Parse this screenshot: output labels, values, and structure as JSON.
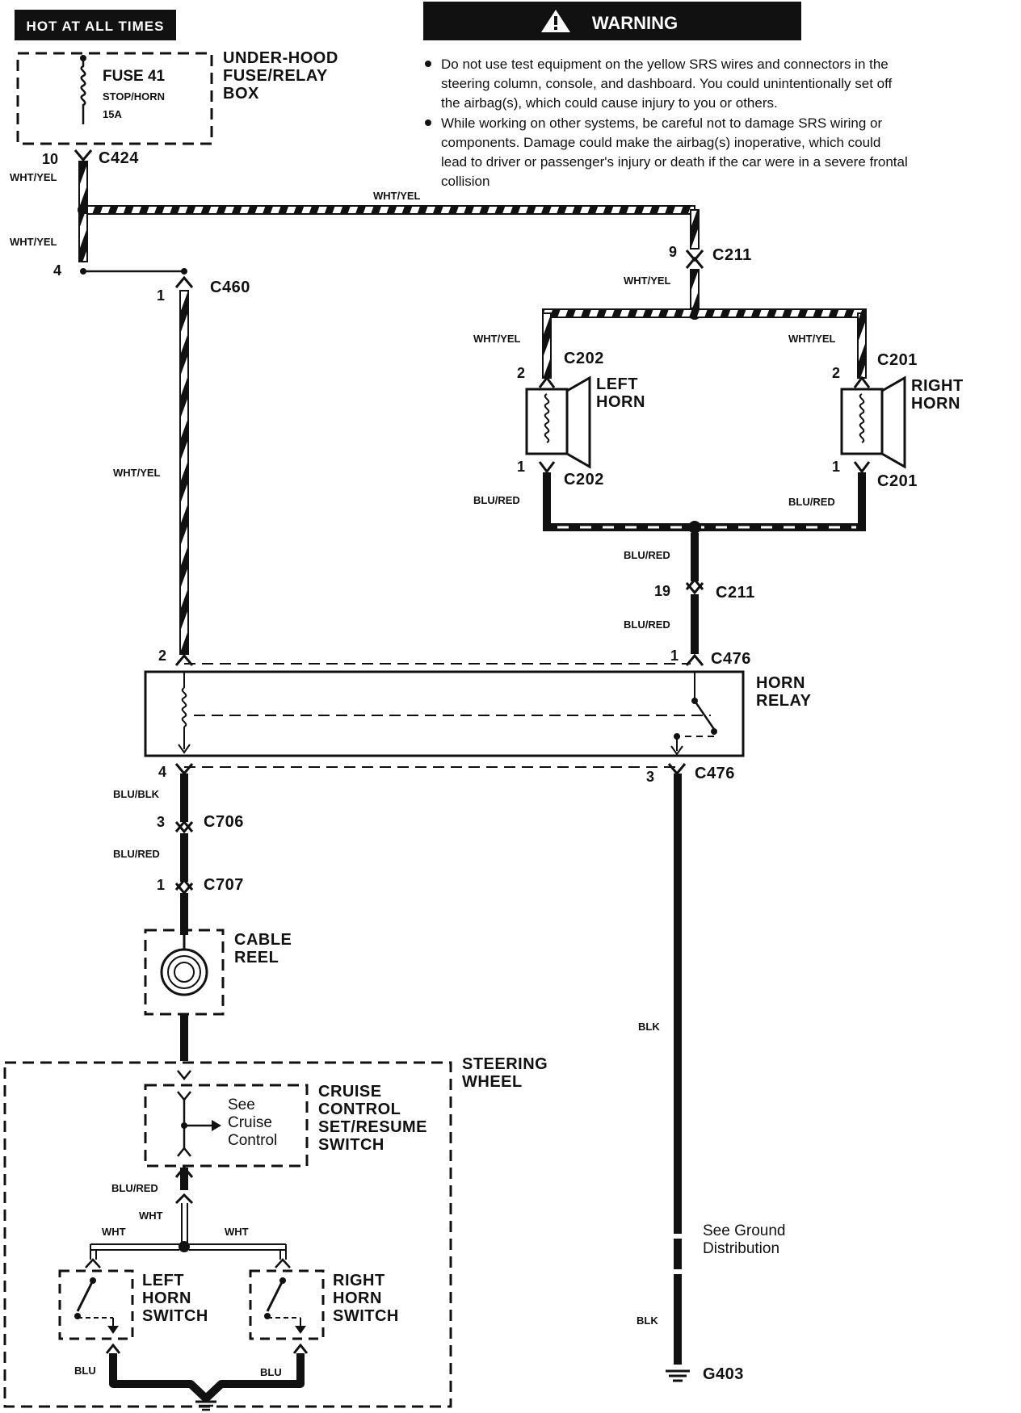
{
  "header": {
    "hot_label": "HOT AT ALL TIMES",
    "warning_title": "WARNING",
    "warning_bullets": [
      [
        "Do not use test equipment on the yellow SRS wires and connectors in the",
        "steering column, console, and dashboard. You could unintentionally set off",
        "the airbag(s), which could cause injury to you or others."
      ],
      [
        "While working on other systems, be careful not to damage SRS wiring or",
        "components. Damage could make the airbag(s) inoperative, which could",
        "lead to driver or passenger's injury or death if the car were in a severe frontal",
        "collision"
      ]
    ]
  },
  "fuse_box": {
    "title_lines": [
      "UNDER-HOOD",
      "FUSE/RELAY",
      "BOX"
    ],
    "fuse_name": "FUSE 41",
    "fuse_desc": "STOP/HORN",
    "fuse_rating": "15A"
  },
  "connectors": {
    "c424": {
      "name": "C424",
      "pin": "10"
    },
    "c460": {
      "name": "C460",
      "pin_in": "4",
      "pin_out": "1"
    },
    "c211_top": {
      "name": "C211",
      "pin": "9"
    },
    "c211_bot": {
      "name": "C211",
      "pin": "19"
    },
    "c202_top": {
      "name": "C202",
      "pin": "2"
    },
    "c202_bot": {
      "name": "C202",
      "pin": "1"
    },
    "c201_top": {
      "name": "C201",
      "pin": "2"
    },
    "c201_bot": {
      "name": "C201",
      "pin": "1"
    },
    "c476_top": {
      "name": "C476",
      "pin": "1"
    },
    "c476_bot": {
      "name": "C476",
      "pin": "3"
    },
    "relay_pin_top": "2",
    "relay_pin_bot": "4",
    "c706": {
      "name": "C706",
      "pin": "3"
    },
    "c707": {
      "name": "C707",
      "pin": "1"
    }
  },
  "wire_colors": {
    "wht_yel": "WHT/YEL",
    "blu_red": "BLU/RED",
    "blu_blk": "BLU/BLK",
    "blk": "BLK",
    "wht": "WHT",
    "blu": "BLU"
  },
  "components": {
    "left_horn": [
      "LEFT",
      "HORN"
    ],
    "right_horn": [
      "RIGHT",
      "HORN"
    ],
    "horn_relay": [
      "HORN",
      "RELAY"
    ],
    "cable_reel": [
      "CABLE",
      "REEL"
    ],
    "steering_wheel": [
      "STEERING",
      "WHEEL"
    ],
    "cruise_switch": [
      "CRUISE",
      "CONTROL",
      "SET/RESUME",
      "SWITCH"
    ],
    "cruise_ref": [
      "See",
      "Cruise",
      "Control"
    ],
    "left_horn_switch": [
      "LEFT",
      "HORN",
      "SWITCH"
    ],
    "right_horn_switch": [
      "RIGHT",
      "HORN",
      "SWITCH"
    ]
  },
  "ground": {
    "name": "G403",
    "ref": [
      "See Ground",
      "Distribution"
    ]
  },
  "icons": [
    "warning-triangle-icon",
    "ground-symbol-icon",
    "coil-icon",
    "horn-speaker-icon",
    "cable-reel-spiral-icon"
  ],
  "colors": {
    "ink": "#111111",
    "paper": "#ffffff"
  }
}
